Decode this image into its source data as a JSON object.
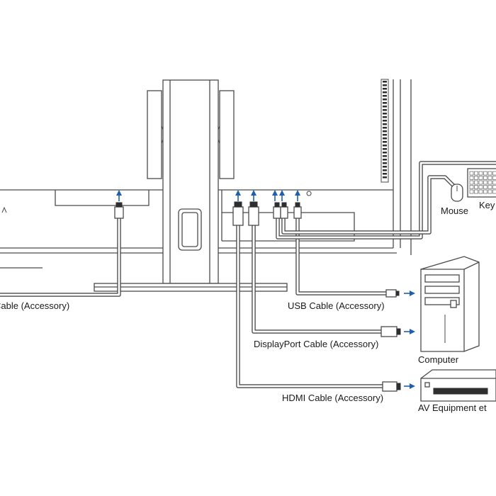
{
  "labels": {
    "left_cable": "Cable (Accessory)",
    "usb_cable": "USB Cable (Accessory)",
    "displayport_cable": "DisplayPort Cable (Accessory)",
    "hdmi_cable": "HDMI Cable (Accessory)",
    "mouse": "Mouse",
    "keyboard": "Key",
    "computer": "Computer",
    "av_equipment": "AV Equipment et"
  },
  "colors": {
    "arrow": "#1f5fb0",
    "line": "#4a4a4a"
  },
  "icons": {
    "port_arrow": "arrow-up-icon",
    "device_arrow": "arrow-right-icon"
  }
}
